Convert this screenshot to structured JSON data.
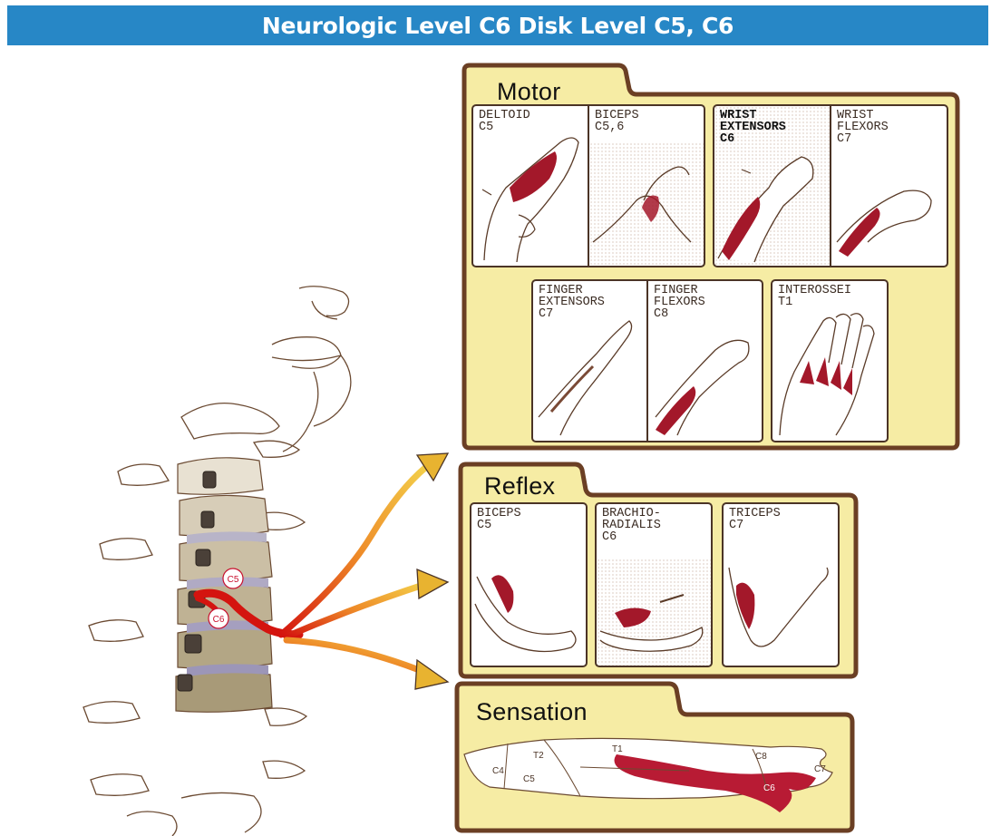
{
  "banner": {
    "title": "Neurologic Level C6 Disk Level C5, C6"
  },
  "colors": {
    "banner": "#2787c6",
    "panel": "#f6eca4",
    "panel_border": "#6b3f24",
    "muscle": "#a3182a",
    "nerve": "#d4140f",
    "arrow": "#e8b330"
  },
  "spine": {
    "labels": [
      "C5",
      "C6"
    ]
  },
  "motor": {
    "title": "Motor",
    "row1": [
      {
        "name": "DELTOID",
        "level": "C5"
      },
      {
        "name": "BICEPS",
        "level": "C5,6"
      },
      {
        "name": "WRIST\nEXTENSORS",
        "level": "C6"
      },
      {
        "name": "WRIST\nFLEXORS",
        "level": "C7"
      }
    ],
    "row2": [
      {
        "name": "FINGER\nEXTENSORS",
        "level": "C7"
      },
      {
        "name": "FINGER\nFLEXORS",
        "level": "C8"
      },
      {
        "name": "INTEROSSEI",
        "level": "T1"
      }
    ]
  },
  "reflex": {
    "title": "Reflex",
    "items": [
      {
        "name": "BICEPS",
        "level": "C5"
      },
      {
        "name": "BRACHIO-\nRADIALIS",
        "level": "C6"
      },
      {
        "name": "TRICEPS",
        "level": "C7"
      }
    ]
  },
  "sensation": {
    "title": "Sensation",
    "dermatomes": [
      "C4",
      "T2",
      "T1",
      "C5",
      "C8",
      "C7",
      "C6"
    ]
  }
}
